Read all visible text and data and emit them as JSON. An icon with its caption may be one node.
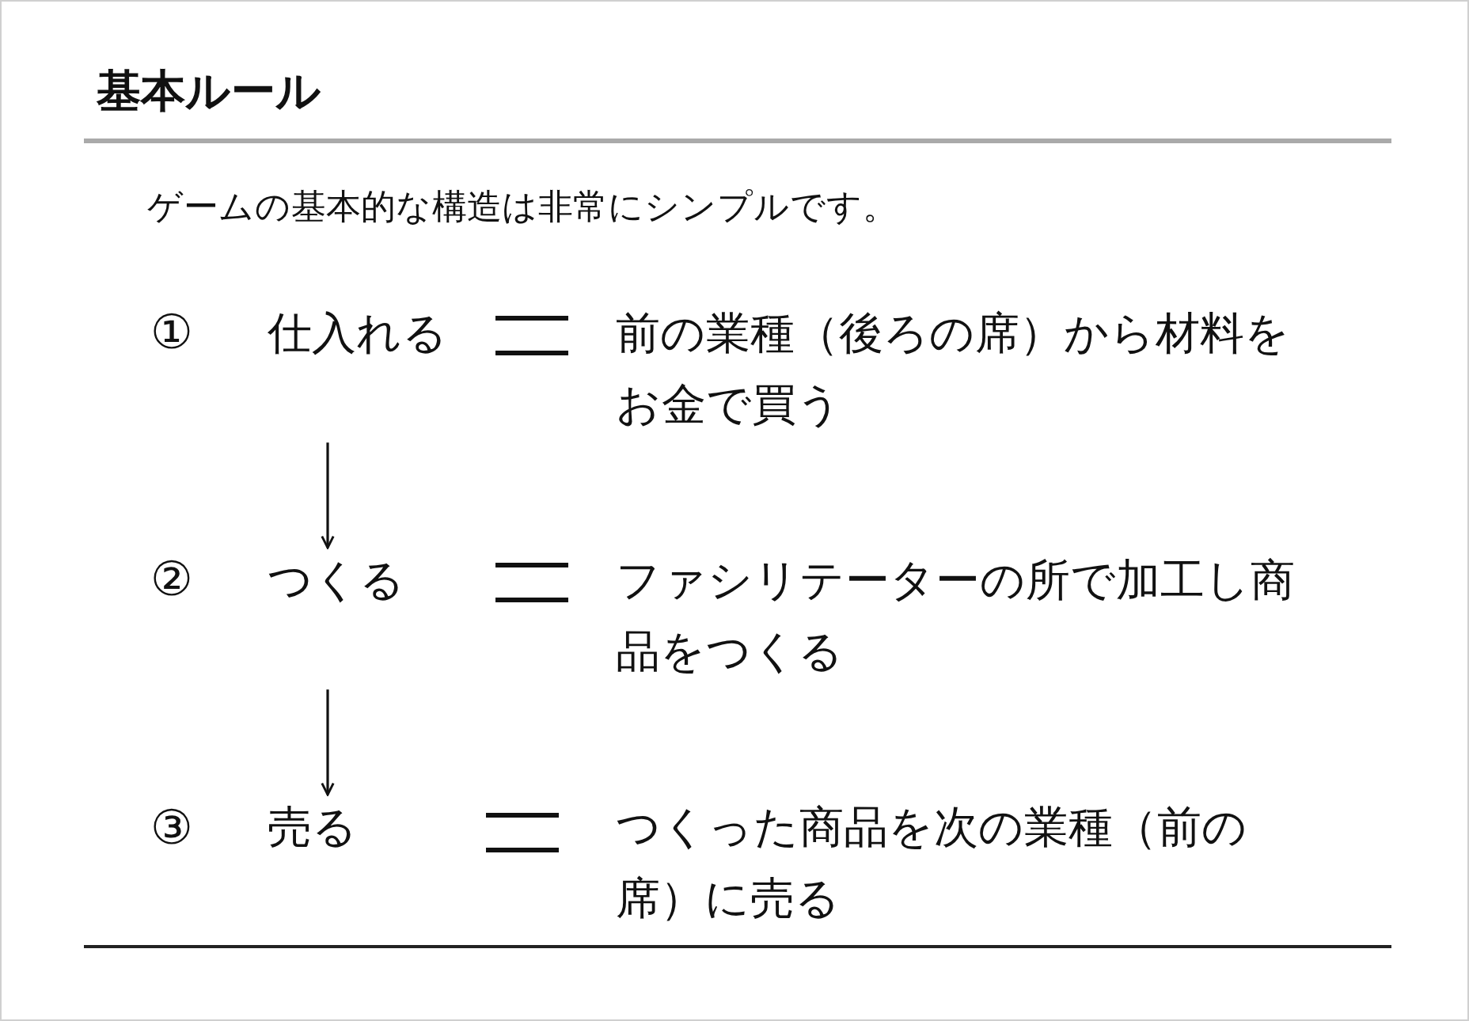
{
  "diagram": {
    "title": "基本ルール",
    "nodes": [
      {
        "text": [
          "仕入れる"
        ],
        "beside": [
          "前の業種（後ろの席）から材料をお金で買う"
        ]
      },
      {
        "text": [
          "つくる"
        ],
        "beside": [
          "ファシリテーターの所で加工し商品をつくる"
        ]
      },
      {
        "text": [
          "売る"
        ],
        "beside": [
          "つくった商品を次の業種（前の席）に売る"
        ]
      }
    ],
    "edges": [
      {
        "from": 0,
        "to": 1,
        "arrow": "to"
      },
      {
        "from": 1,
        "to": 2,
        "arrow": "to"
      }
    ],
    "labels": [
      "ゲームの基本的な構造は非常にシンプルです。",
      "①",
      "②",
      "③"
    ]
  }
}
